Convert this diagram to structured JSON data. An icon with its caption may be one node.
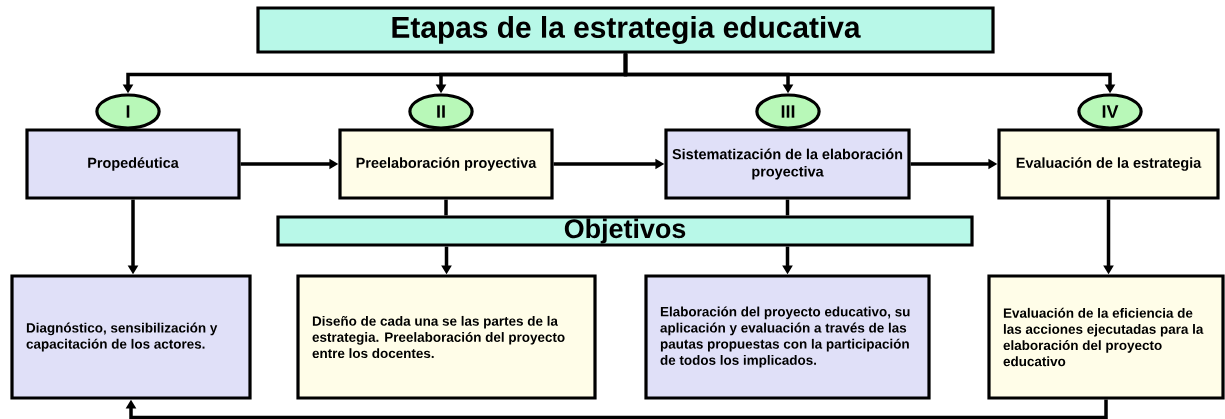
{
  "diagram": {
    "nodes": [
      {
        "text": [
          "Etapas de la estrategia educativa"
        ]
      },
      {
        "text": [
          "I"
        ]
      },
      {
        "text": [
          "II"
        ]
      },
      {
        "text": [
          "III"
        ]
      },
      {
        "text": [
          "IV"
        ]
      },
      {
        "text": [
          "Propedéutica"
        ]
      },
      {
        "text": [
          "Preelaboración proyectiva"
        ]
      },
      {
        "text": [
          "Sistematización de la elaboración proyectiva"
        ]
      },
      {
        "text": [
          "Evaluación de la estrategia"
        ]
      },
      {
        "text": [
          "Objetivos"
        ]
      },
      {
        "text": [
          "Diagnóstico, sensibilización y capacitación de los actores."
        ]
      },
      {
        "text": [
          "Diseño de cada una se las partes de la estrategia. Preelaboración del proyecto entre los docentes."
        ]
      },
      {
        "text": [
          "Elaboración del proyecto educativo, su aplicación y evaluación a través de las pautas propuestas con la participación de todos los implicados."
        ]
      },
      {
        "text": [
          "Evaluación de la eficiencia de las acciones ejecutadas para la elaboración del proyecto educativo"
        ]
      }
    ],
    "edges": [
      {
        "from": 0,
        "to": 1,
        "arrow": "to"
      },
      {
        "from": 0,
        "to": 2,
        "arrow": "to"
      },
      {
        "from": 0,
        "to": 3,
        "arrow": "to"
      },
      {
        "from": 0,
        "to": 4,
        "arrow": "to"
      },
      {
        "from": 5,
        "to": 6,
        "arrow": "to"
      },
      {
        "from": 6,
        "to": 7,
        "arrow": "to"
      },
      {
        "from": 7,
        "to": 8,
        "arrow": "to"
      },
      {
        "from": 6,
        "to": 9,
        "arrow": "none"
      },
      {
        "from": 7,
        "to": 9,
        "arrow": "none"
      },
      {
        "from": 9,
        "to": 11,
        "arrow": "to"
      },
      {
        "from": 9,
        "to": 12,
        "arrow": "to"
      },
      {
        "from": 5,
        "to": 10,
        "arrow": "to"
      },
      {
        "from": 8,
        "to": 13,
        "arrow": "to"
      },
      {
        "from": 13,
        "to": 10,
        "arrow": "to"
      }
    ]
  }
}
